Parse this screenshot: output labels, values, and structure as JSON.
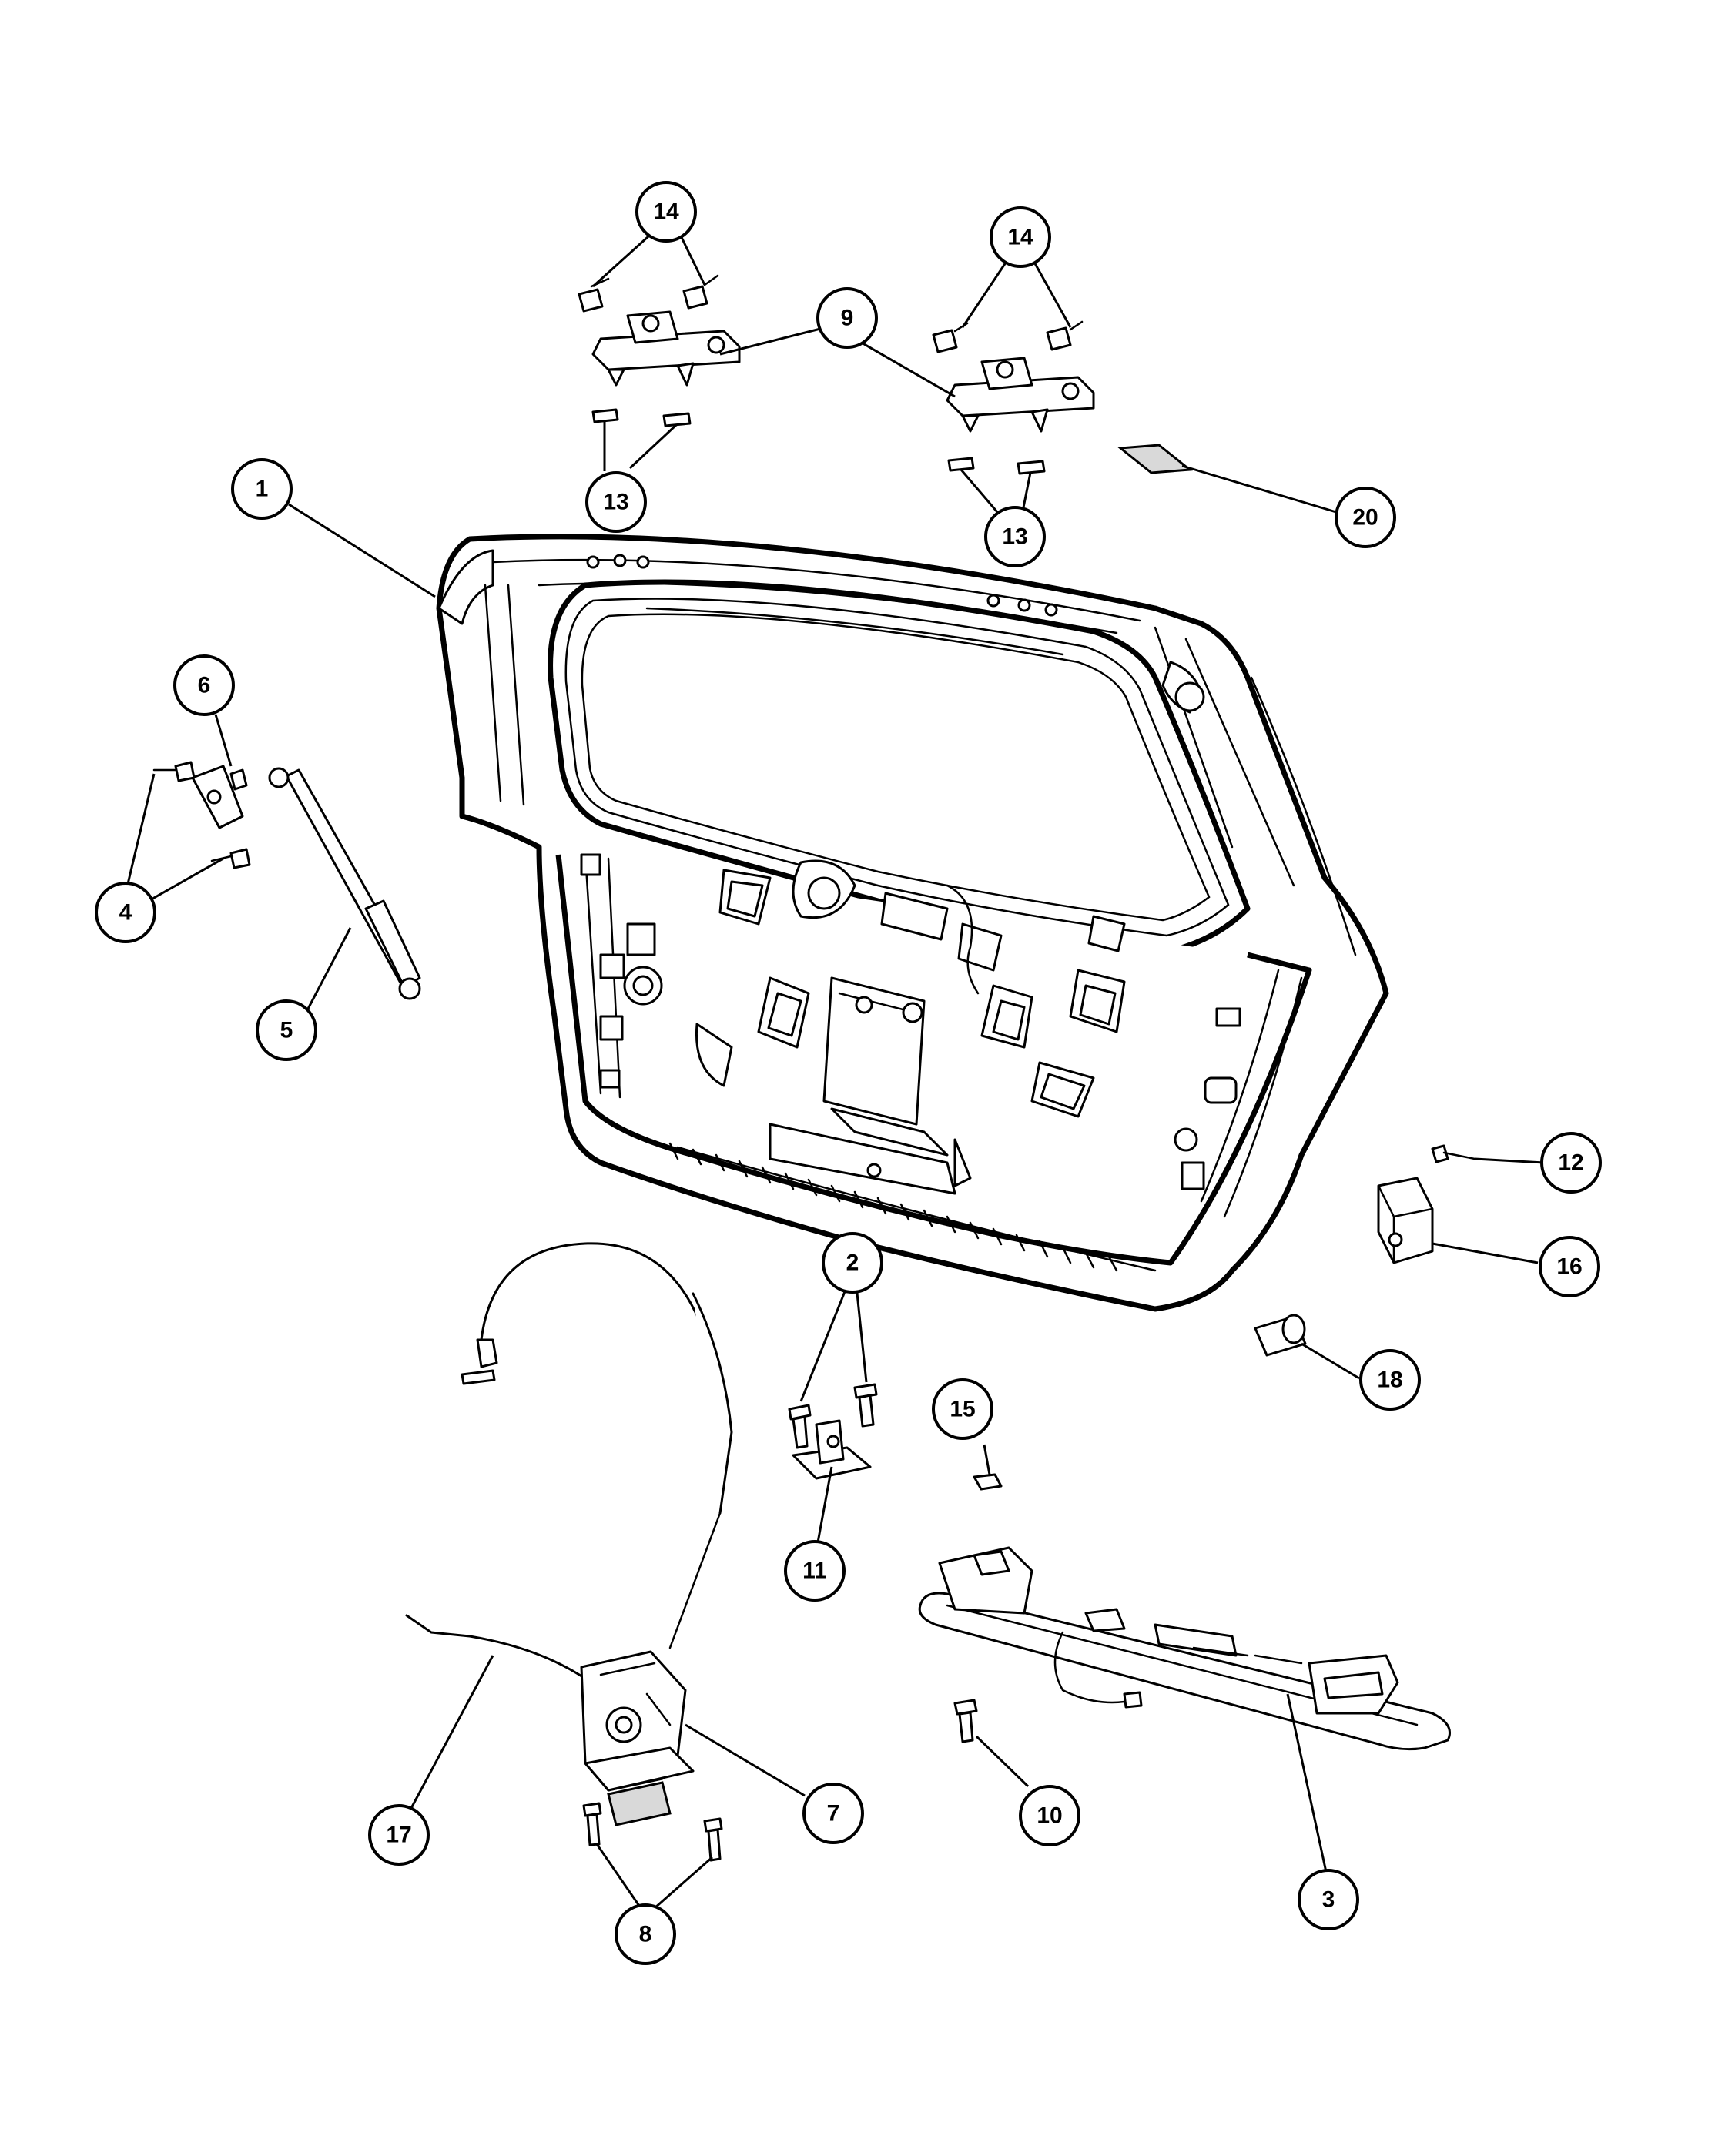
{
  "callouts": [
    {
      "id": "c1",
      "label": "1"
    },
    {
      "id": "c2",
      "label": "2"
    },
    {
      "id": "c3",
      "label": "3"
    },
    {
      "id": "c4",
      "label": "4"
    },
    {
      "id": "c5",
      "label": "5"
    },
    {
      "id": "c6",
      "label": "6"
    },
    {
      "id": "c7",
      "label": "7"
    },
    {
      "id": "c8",
      "label": "8"
    },
    {
      "id": "c9",
      "label": "9"
    },
    {
      "id": "c10",
      "label": "10"
    },
    {
      "id": "c11",
      "label": "11"
    },
    {
      "id": "c12",
      "label": "12"
    },
    {
      "id": "c13a",
      "label": "13"
    },
    {
      "id": "c13b",
      "label": "13"
    },
    {
      "id": "c14a",
      "label": "14"
    },
    {
      "id": "c14b",
      "label": "14"
    },
    {
      "id": "c15",
      "label": "15"
    },
    {
      "id": "c16",
      "label": "16"
    },
    {
      "id": "c17",
      "label": "17"
    },
    {
      "id": "c18",
      "label": "18"
    },
    {
      "id": "c20",
      "label": "20"
    }
  ]
}
